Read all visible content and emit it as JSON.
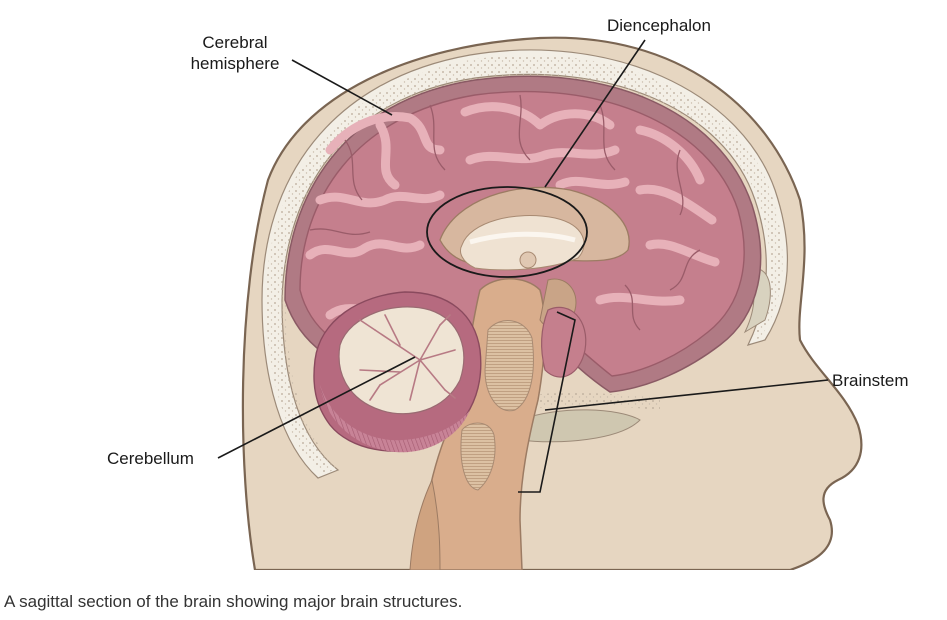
{
  "labels": {
    "cerebral_line1": "Cerebral",
    "cerebral_line2": "hemisphere",
    "diencephalon": "Diencephalon",
    "brainstem": "Brainstem",
    "cerebellum": "Cerebellum"
  },
  "caption": "A sagittal section of the brain showing major brain structures.",
  "colors": {
    "skin": "#e6d6c1",
    "skull_outline": "#7a6552",
    "bone": "#f3efe6",
    "dura": "#b07a84",
    "cortex": "#c57f8d",
    "gyri_highlight": "#e7b1b9",
    "diencephalon": "#d7b79f",
    "brainstem": "#d9ad8c",
    "cerebellum_white": "#efe4d4",
    "cerebellum_grey": "#b66a7f"
  }
}
